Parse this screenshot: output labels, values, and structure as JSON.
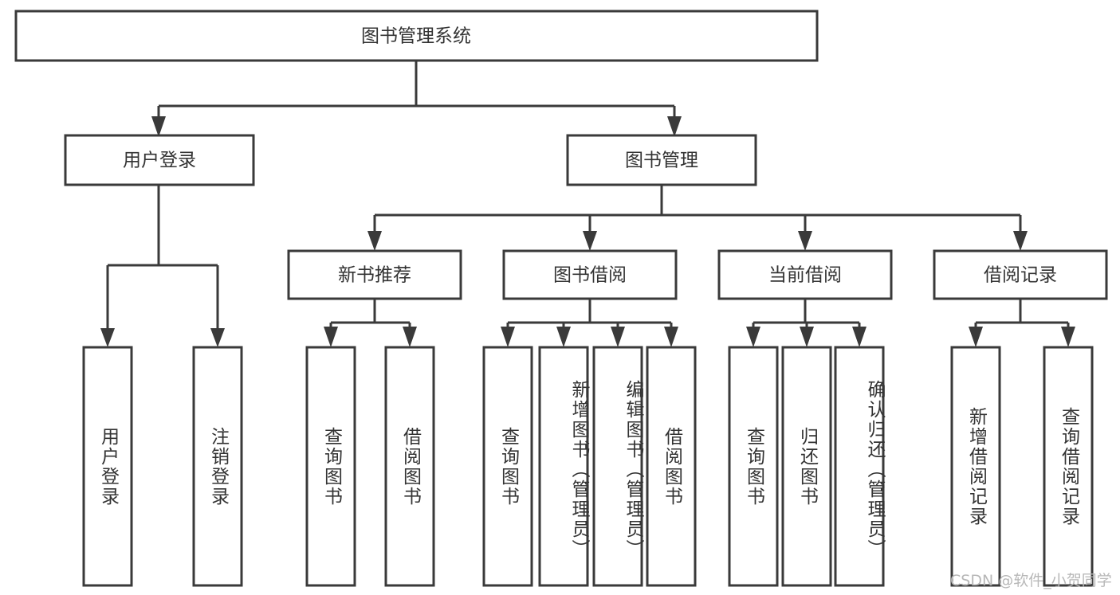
{
  "diagram": {
    "type": "tree-hierarchy",
    "title": "图书管理系统",
    "nodes": {
      "root": {
        "label": "图书管理系统",
        "orientation": "horizontal"
      },
      "l1": [
        {
          "id": "user-login",
          "label": "用户登录",
          "orientation": "horizontal"
        },
        {
          "id": "book-manage",
          "label": "图书管理",
          "orientation": "horizontal"
        }
      ],
      "l2": [
        {
          "id": "new-book-recommend",
          "label": "新书推荐",
          "orientation": "horizontal"
        },
        {
          "id": "book-borrow",
          "label": "图书借阅",
          "orientation": "horizontal"
        },
        {
          "id": "current-borrow",
          "label": "当前借阅",
          "orientation": "horizontal"
        },
        {
          "id": "borrow-record",
          "label": "借阅记录",
          "orientation": "horizontal"
        }
      ],
      "leaves": [
        {
          "id": "leaf-user-login",
          "label": "用户登录",
          "parent": "user-login",
          "orientation": "vertical"
        },
        {
          "id": "leaf-user-logout",
          "label": "注销登录",
          "parent": "user-login",
          "orientation": "vertical"
        },
        {
          "id": "leaf-query-book-1",
          "label": "查询图书",
          "parent": "new-book-recommend",
          "orientation": "vertical"
        },
        {
          "id": "leaf-borrow-book-1",
          "label": "借阅图书",
          "parent": "new-book-recommend",
          "orientation": "vertical"
        },
        {
          "id": "leaf-query-book-2",
          "label": "查询图书",
          "parent": "book-borrow",
          "orientation": "vertical"
        },
        {
          "id": "leaf-add-book",
          "label": "新增图书（管理员）",
          "parent": "book-borrow",
          "orientation": "vertical"
        },
        {
          "id": "leaf-edit-book",
          "label": "编辑图书（管理员）",
          "parent": "book-borrow",
          "orientation": "vertical"
        },
        {
          "id": "leaf-borrow-book-2",
          "label": "借阅图书",
          "parent": "book-borrow",
          "orientation": "vertical"
        },
        {
          "id": "leaf-query-book-3",
          "label": "查询图书",
          "parent": "current-borrow",
          "orientation": "vertical"
        },
        {
          "id": "leaf-return-book",
          "label": "归还图书",
          "parent": "current-borrow",
          "orientation": "vertical"
        },
        {
          "id": "leaf-confirm-return",
          "label": "确认归还（管理员）",
          "parent": "current-borrow",
          "orientation": "vertical"
        },
        {
          "id": "leaf-add-record",
          "label": "新增借阅记录",
          "parent": "borrow-record",
          "orientation": "vertical"
        },
        {
          "id": "leaf-query-record",
          "label": "查询借阅记录",
          "parent": "borrow-record",
          "orientation": "vertical"
        }
      ]
    },
    "colors": {
      "stroke": "#3a3a3a",
      "fill": "#ffffff",
      "text": "#333333",
      "watermark": "#b8b8b8",
      "background": "#ffffff"
    }
  },
  "watermark": {
    "text": "CSDN @软件_小贺同学"
  }
}
